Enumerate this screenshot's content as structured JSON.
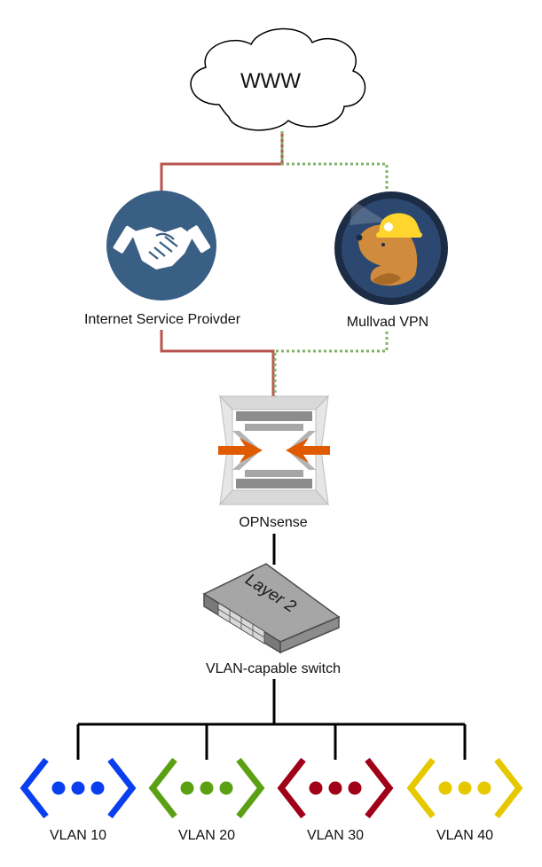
{
  "nodes": {
    "internet": {
      "label": "WWW"
    },
    "isp": {
      "label": "Internet Service Proivder",
      "icon": "handshake-icon"
    },
    "vpn": {
      "label": "Mullvad VPN",
      "icon": "mole-miner-icon"
    },
    "firewall": {
      "label": "OPNsense",
      "icon": "firewall-icon"
    },
    "switch": {
      "label": "VLAN-capable switch",
      "device_text": "Layer 2",
      "icon": "switch-icon"
    }
  },
  "vlans": [
    {
      "label": "VLAN 10",
      "color": "#0a3ff0"
    },
    {
      "label": "VLAN 20",
      "color": "#5aa012"
    },
    {
      "label": "VLAN 30",
      "color": "#a00018"
    },
    {
      "label": "VLAN 40",
      "color": "#e6c800"
    }
  ],
  "colors": {
    "isp_link": "#b85450",
    "vpn_link": "#82b366",
    "lan_link": "#000000",
    "isp_badge": "#3a5f85",
    "vpn_badge_outer": "#1d2c45",
    "vpn_badge_inner": "#2c4770",
    "firewall_accent": "#e05a00"
  }
}
